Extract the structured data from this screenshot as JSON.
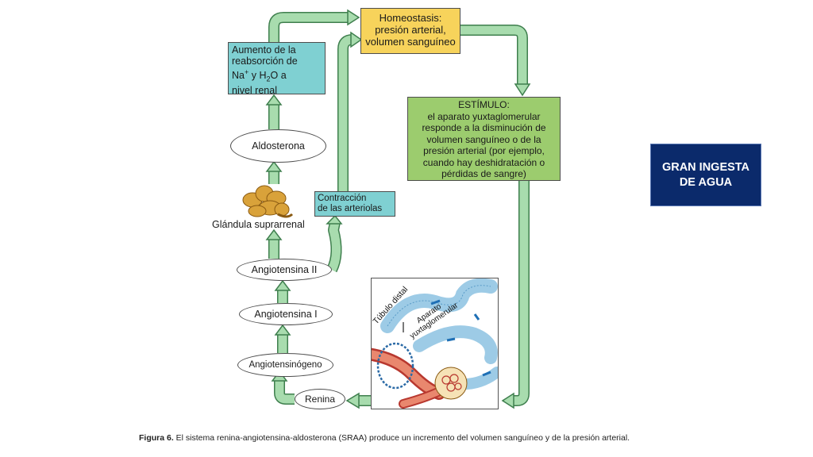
{
  "homeostasis": {
    "line1": "Homeostasis:",
    "line2": "presión arterial,",
    "line3": "volumen sanguíneo"
  },
  "reabsorption": {
    "line1": "Aumento de la",
    "line2": "reabsorción de",
    "na": "Na",
    "plus": "+",
    "y_h": "y H",
    "two": "2",
    "o_a": "O a",
    "line4": "nivel renal"
  },
  "stimulus": {
    "title": "ESTÍMULO:",
    "lines": [
      "el aparato yuxtaglomerular",
      "responde a la disminución de",
      "volumen sanguíneo o de la",
      "presión arterial (por ejemplo,",
      "cuando hay deshidratación o",
      "pérdidas de sangre)"
    ]
  },
  "contraction": {
    "line1": "Contracción",
    "line2": "de las arteriolas"
  },
  "aldosterone": "Aldosterona",
  "adrenal_gland": "Glándula suprarrenal",
  "angiotensin_2": "Angiotensina II",
  "angiotensin_1": "Angiotensina I",
  "angiotensinogen": "Angiotensinógeno",
  "renin": "Renina",
  "kidney": {
    "distal_tubule": "Túbulo distal",
    "juxta_1": "Aparato",
    "juxta_2": "yuxtaglomerular"
  },
  "caption": {
    "label": "Figura 6.",
    "text": " El sistema renina-angiotensina-aldosterona (SRAA) produce un incremento del volumen sanguíneo y de la presión arterial."
  },
  "side_box": {
    "line1": "GRAN INGESTA",
    "line2": "DE AGUA"
  },
  "colors": {
    "arrow": "#9fd6a7",
    "arrow_stroke": "#3f7f4e",
    "homeostasis": "#f7d35b",
    "teal_box": "#7fd0d2",
    "stimulus": "#9ccc6e",
    "side_box": "#0b2a6b",
    "gland": "#d9a23a"
  }
}
